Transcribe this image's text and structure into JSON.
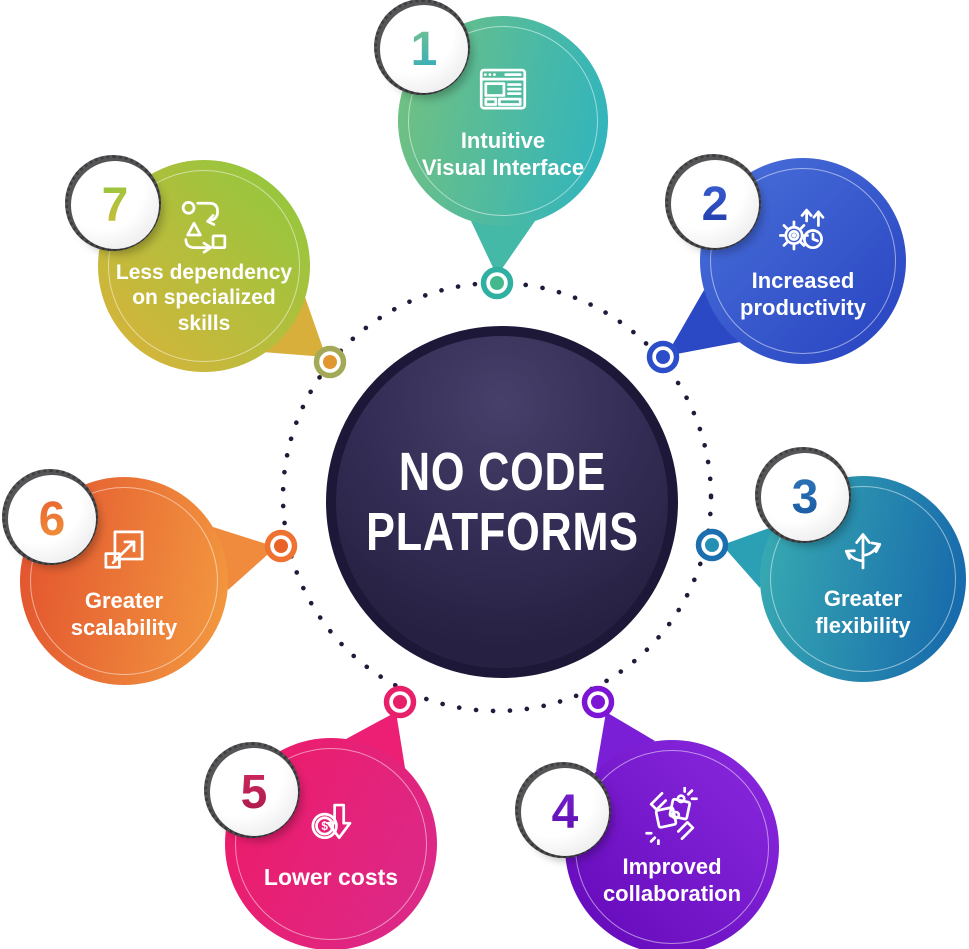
{
  "background_color": "#ffffff",
  "center": {
    "title": "NO CODE\nPLATFORMS",
    "fill_dark": "#262142",
    "fill_light": "#46406a",
    "rim_color": "#1d1837"
  },
  "dotted_ring": {
    "dot_color": "#1f1b3a"
  },
  "currency_symbol": "$",
  "items": [
    {
      "number": "1",
      "label": "Intuitive\nVisual Interface",
      "icon": "browser-window-icon",
      "bubble_from": "#74c17e",
      "bubble_to": "#2db4c1",
      "connector_ring": "#2fb0a2",
      "connector_center": "#45b98e"
    },
    {
      "number": "2",
      "label": "Increased\nproductivity",
      "icon": "gear-growth-clock-icon",
      "bubble_from": "#4a71da",
      "bubble_to": "#2742c0",
      "connector_ring": "#2c4fc9",
      "connector_center": "#2c4fc9"
    },
    {
      "number": "3",
      "label": "Greater\nflexibility",
      "icon": "branching-arrows-icon",
      "bubble_from": "#39adb2",
      "bubble_to": "#1565ab",
      "connector_ring": "#1b6fae",
      "connector_center": "#2490b4"
    },
    {
      "number": "4",
      "label": "Improved\ncollaboration",
      "icon": "puzzle-collaboration-icon",
      "bubble_from": "#8b2ae0",
      "bubble_to": "#6208b8",
      "connector_ring": "#7c16d4",
      "connector_center": "#7c16d4"
    },
    {
      "number": "5",
      "label": "Lower costs",
      "icon": "dollar-down-arrow-icon",
      "bubble_from": "#f01a66",
      "bubble_to": "#d92a8c",
      "connector_ring": "#e82069",
      "connector_center": "#e82069"
    },
    {
      "number": "6",
      "label": "Greater\nscalability",
      "icon": "expand-square-icon",
      "bubble_from": "#e2512e",
      "bubble_to": "#f39b40",
      "connector_ring": "#ee7231",
      "connector_center": "#e96327"
    },
    {
      "number": "7",
      "label": "Less dependency\non specialized\nskills",
      "icon": "process-loop-icon",
      "bubble_from": "#ddb23a",
      "bubble_to": "#8cc93e",
      "connector_ring": "#a4a958",
      "connector_center": "#e2962f"
    }
  ]
}
